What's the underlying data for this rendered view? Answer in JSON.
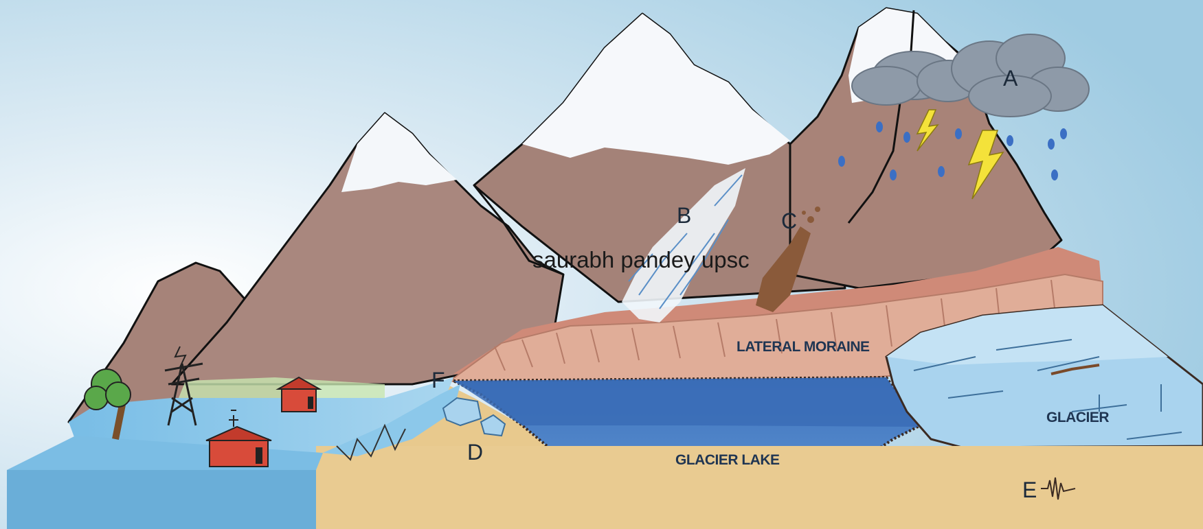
{
  "watermark": "saurabh pandey upsc",
  "markers": {
    "a": "A",
    "b": "B",
    "c": "C",
    "d": "D",
    "e": "E",
    "f": "F"
  },
  "regions": {
    "lateral_moraine": "LATERAL MORAINE",
    "glacier": "GLACIER",
    "glacier_lake": "GLACIER LAKE"
  },
  "colors": {
    "sky": "#b7d9ea",
    "mountain": "#a9877e",
    "snow": "#f4f7fa",
    "moraine": "#d9a793",
    "lake": "#4f84c8",
    "glacier": "#a9d3ee",
    "ground": "#e8c98d",
    "flood_water": "#6bb3dd",
    "cloud": "#8e9aa8",
    "lightning": "#f4e23a",
    "house": "#d84b3a",
    "tree": "#5aa84a"
  }
}
